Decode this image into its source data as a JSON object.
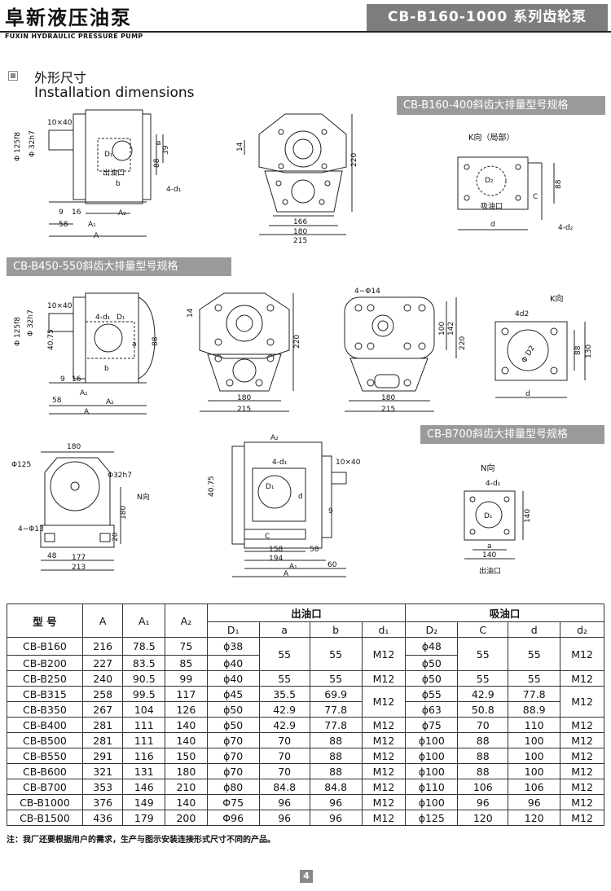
{
  "header": {
    "brand_cn": "阜新液压油泵",
    "brand_en": "FUXIN HYDRAULIC PRESSURE PUMP",
    "series": "CB-B160-1000 系列齿轮泵"
  },
  "section": {
    "title_cn": "外形尺寸",
    "title_en": "Installation dimensions"
  },
  "banners": {
    "b160_400": "CB-B160-400斜齿大排量型号规格",
    "b450_550": "CB-B450-550斜齿大排量型号规格",
    "b700": "CB-B700斜齿大排量型号规格"
  },
  "labels": {
    "k_view_partial": "K向（局部）",
    "k_view": "K向",
    "n_view": "N向",
    "n_dir": "N向",
    "outlet": "出油口",
    "inlet": "吸油口",
    "d1_outlet": "出油口",
    "d2_inlet": "吸油口",
    "d": "d",
    "c": "C",
    "a": "a",
    "b": "b",
    "A": "A",
    "A1": "A₁",
    "A2": "A₂",
    "D1": "D₁",
    "D2": "D₂",
    "d1_holes": "4-d₁",
    "d2_holes": "4-d₂",
    "phi125f8": "Φ 125f8",
    "phi32h7": "Φ 32h7",
    "key10x40": "10×40",
    "n9": "9",
    "n16": "16",
    "n58": "58",
    "n88": "88",
    "n39": "39",
    "n14": "14",
    "n220": "220",
    "n166": "166",
    "n180": "180",
    "n215": "215",
    "n40_75": "40.75",
    "n4phi14": "4−Φ14",
    "n100": "100",
    "n142": "142",
    "n4d2": "4d2",
    "n130": "130",
    "phiD2": "Φ D2",
    "phi125": "Φ125",
    "phi32h7b": "Φ32h7",
    "n4phi13": "4−Φ13",
    "n20": "20",
    "n48": "48",
    "n177": "177",
    "n213": "213",
    "n158": "158",
    "n194": "194",
    "n60": "60",
    "n140": "140"
  },
  "table": {
    "head1": {
      "model": "型 号",
      "A": "A",
      "A1": "A₁",
      "A2": "A₂",
      "outlet": "出油口",
      "inlet": "吸油口"
    },
    "head2": [
      "D₁",
      "a",
      "b",
      "d₁",
      "D₂",
      "C",
      "d",
      "d₂"
    ],
    "rows": [
      [
        "CB-B160",
        "216",
        "78.5",
        "75",
        "ϕ38",
        "55",
        "55",
        "M12",
        "ϕ48",
        "55",
        "55",
        "M12"
      ],
      [
        "CB-B200",
        "227",
        "83.5",
        "85",
        "ϕ40",
        "",
        "",
        "",
        "ϕ50",
        "",
        "",
        ""
      ],
      [
        "CB-B250",
        "240",
        "90.5",
        "99",
        "ϕ40",
        "55",
        "55",
        "M12",
        "ϕ50",
        "55",
        "55",
        "M12"
      ],
      [
        "CB-B315",
        "258",
        "99.5",
        "117",
        "ϕ45",
        "35.5",
        "69.9",
        "M12",
        "ϕ55",
        "42.9",
        "77.8",
        "M12"
      ],
      [
        "CB-B350",
        "267",
        "104",
        "126",
        "ϕ50",
        "42.9",
        "77.8",
        "",
        "ϕ63",
        "50.8",
        "88.9",
        ""
      ],
      [
        "CB-B400",
        "281",
        "111",
        "140",
        "ϕ50",
        "42.9",
        "77.8",
        "M12",
        "ϕ75",
        "70",
        "110",
        "M12"
      ],
      [
        "CB-B500",
        "281",
        "111",
        "140",
        "ϕ70",
        "70",
        "88",
        "M12",
        "ϕ100",
        "88",
        "100",
        "M12"
      ],
      [
        "CB-B550",
        "291",
        "116",
        "150",
        "ϕ70",
        "70",
        "88",
        "M12",
        "ϕ100",
        "88",
        "100",
        "M12"
      ],
      [
        "CB-B600",
        "321",
        "131",
        "180",
        "ϕ70",
        "70",
        "88",
        "M12",
        "ϕ100",
        "88",
        "100",
        "M12"
      ],
      [
        "CB-B700",
        "353",
        "146",
        "210",
        "ϕ80",
        "84.8",
        "84.8",
        "M12",
        "ϕ110",
        "106",
        "106",
        "M12"
      ],
      [
        "CB-B1000",
        "376",
        "149",
        "140",
        "Φ75",
        "96",
        "96",
        "M12",
        "ϕ100",
        "96",
        "96",
        "M12"
      ],
      [
        "CB-B1500",
        "436",
        "179",
        "200",
        "Φ96",
        "96",
        "96",
        "M12",
        "ϕ125",
        "120",
        "120",
        "M12"
      ]
    ]
  },
  "note": "注：我厂还要根据用户的需求，生产与图示安装连接形式尺寸不同的产品。",
  "page_number": "4"
}
